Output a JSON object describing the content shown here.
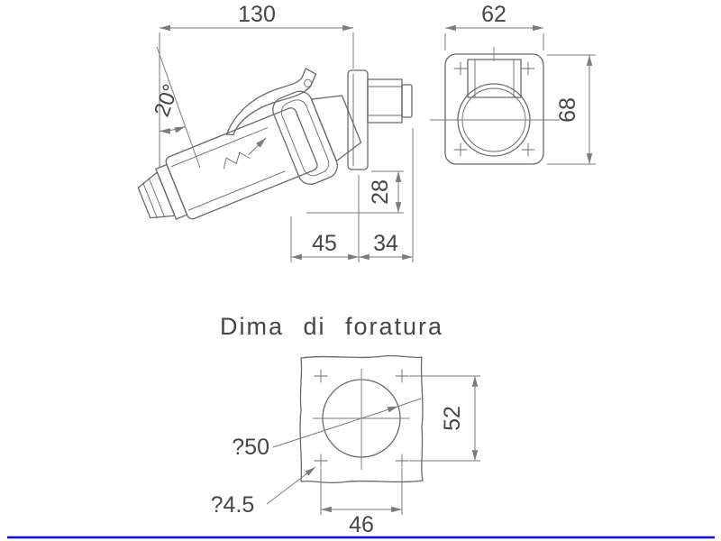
{
  "colors": {
    "background": "#ffffff",
    "line": "#69696d",
    "dim_line": "#7b7b7f",
    "text": "#46464a",
    "frame": "#0a0aff"
  },
  "side_view": {
    "dim_overall_length": "130",
    "dim_angle": "20°",
    "dim_height": "28",
    "dim_bottom_inner": "45",
    "dim_bottom_outer": "34"
  },
  "front_view": {
    "dim_width": "62",
    "dim_height": "68"
  },
  "drill_template": {
    "title": "Dima di foratura",
    "dim_bore_diameter": "?50",
    "dim_hole_diameter": "?4.5",
    "dim_vertical_spacing": "52",
    "dim_horizontal_spacing": "46"
  }
}
